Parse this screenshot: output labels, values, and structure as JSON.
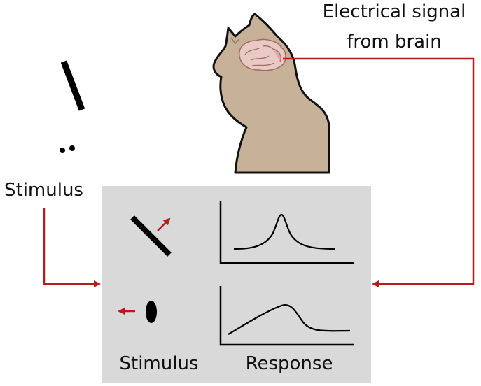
{
  "labels": {
    "signal_line1": "Electrical signal",
    "signal_line2": "from brain",
    "stimulus_left": "Stimulus",
    "panel_stimulus": "Stimulus",
    "panel_response": "Response"
  },
  "colors": {
    "arrow": "#b71c1c",
    "panel": "#d9d9d9",
    "cat_fur": "#c7b299",
    "cat_outline": "#111111",
    "brain": "#e8c9c4",
    "ink": "#000000"
  },
  "icons": {
    "cat": "cat-silhouette-icon",
    "brain": "brain-icon",
    "bar_stimulus": "oriented-bar-icon",
    "dot_stimulus": "moving-dots-icon"
  }
}
